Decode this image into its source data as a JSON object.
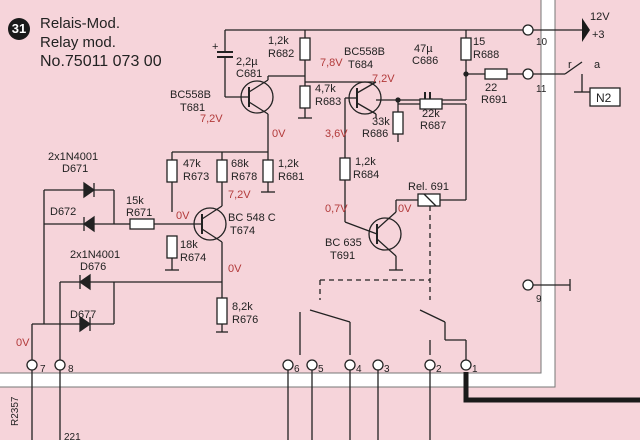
{
  "module": {
    "number": "31",
    "title_de": "Relais-Mod.",
    "title_en": "Relay mod.",
    "part_number": "No.75011 073 00"
  },
  "supply": {
    "voltage": "12V",
    "pin": "+3"
  },
  "connectors_right": [
    "10",
    "11",
    "9"
  ],
  "relay_contact": {
    "label_r": "r",
    "label_a": "a",
    "output": "N2"
  },
  "components": [
    {
      "id": "C681",
      "value": "2,2µ"
    },
    {
      "id": "R682",
      "value": "1,2k"
    },
    {
      "id": "T681",
      "value": "BC558B"
    },
    {
      "id": "R683",
      "value": "4,7k"
    },
    {
      "id": "T684",
      "value": "BC558B"
    },
    {
      "id": "C686",
      "value": "47µ"
    },
    {
      "id": "R688",
      "value": "15"
    },
    {
      "id": "R691",
      "value": "22"
    },
    {
      "id": "R687",
      "value": "22k"
    },
    {
      "id": "R686",
      "value": "33k"
    },
    {
      "id": "R673",
      "value": "47k"
    },
    {
      "id": "R678",
      "value": "68k"
    },
    {
      "id": "R681",
      "value": "1,2k"
    },
    {
      "id": "R684",
      "value": "1,2k"
    },
    {
      "id": "R671",
      "value": "15k"
    },
    {
      "id": "T674",
      "value": "BC 548 C"
    },
    {
      "id": "R674",
      "value": "18k"
    },
    {
      "id": "R676",
      "value": "8,2k"
    },
    {
      "id": "T691",
      "value": "BC 635"
    },
    {
      "id": "Rel. 691",
      "value": ""
    },
    {
      "id": "D671",
      "value": "2x1N4001"
    },
    {
      "id": "D672",
      "value": ""
    },
    {
      "id": "D676",
      "value": "2x1N4001"
    },
    {
      "id": "D677",
      "value": ""
    }
  ],
  "voltages": {
    "t681_base": "7,2V",
    "t684_emitter": "7,8V",
    "t684_collector": "7,2V",
    "t681_collector": "0V",
    "t684_base": "3,6V",
    "t674_base": "0V",
    "t674_collector": "7,2V",
    "t674_emitter": "0V",
    "t691_base": "0,7V",
    "t691_collector": "0V",
    "pin7": "0V"
  },
  "pins_bottom": [
    "7",
    "8",
    "6",
    "5",
    "4",
    "3",
    "2",
    "1"
  ],
  "partial_labels": [
    "R2357",
    "221"
  ],
  "colors": {
    "background": "#f6d4da",
    "ink": "#222222",
    "bus": "#1a1a1a",
    "voltage": "#b23a3a"
  }
}
